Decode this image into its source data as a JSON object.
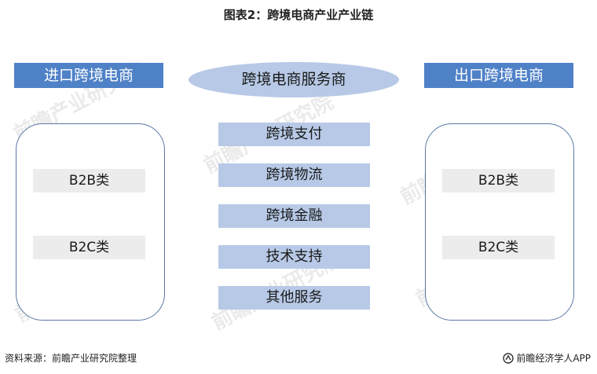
{
  "title": "图表2：跨境电商产业产业链",
  "left": {
    "header": "进口跨境电商",
    "items": [
      "B2B类",
      "B2C类"
    ]
  },
  "right": {
    "header": "出口跨境电商",
    "items": [
      "B2B类",
      "B2C类"
    ]
  },
  "center": {
    "header": "跨境电商服务商",
    "services": [
      "跨境支付",
      "跨境物流",
      "跨境金融",
      "技术支持",
      "其他服务"
    ]
  },
  "footer": {
    "source": "资料来源：前瞻产业研究院整理",
    "brand": "前瞻经济学人APP"
  },
  "watermark": "前瞻产业研究院",
  "colors": {
    "header_blue": "#4f81c7",
    "service_blue": "#b7c9e6",
    "pill_gray": "#ececec",
    "box_border": "#5a78a8"
  },
  "icons": {
    "footer_logo": "qianzhan-logo-icon"
  }
}
